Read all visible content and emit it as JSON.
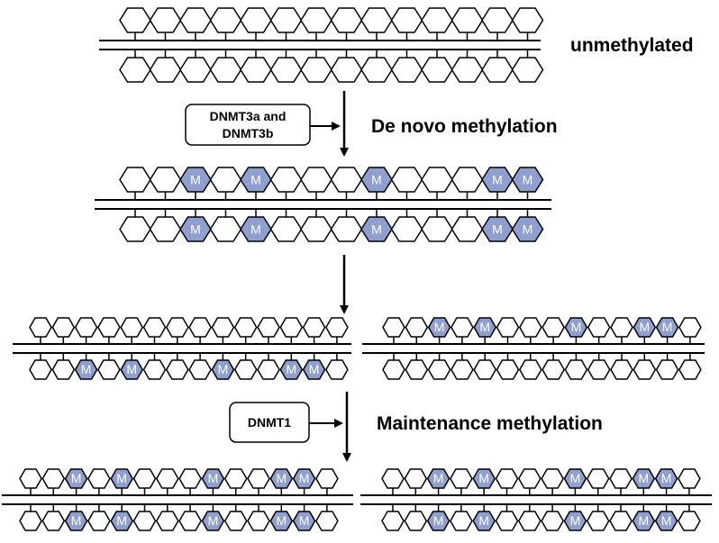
{
  "labels": {
    "unmethylated": "unmethylated",
    "de_novo": "De novo methylation",
    "maintenance": "Maintenance methylation"
  },
  "enzymes": {
    "de_novo_line1": "DNMT3a and",
    "de_novo_line2": "DNMT3b",
    "maintenance": "DNMT1"
  },
  "methyl_mark": "M",
  "colors": {
    "stroke": "#000000",
    "methyl_fill": "#8f9fd0",
    "base_fill": "#ffffff"
  },
  "strands": {
    "unmethylated": {
      "top_methylated": [],
      "bottom_methylated": []
    },
    "fully_methylated": {
      "top_methylated": [
        2,
        4,
        8,
        12,
        13
      ],
      "bottom_methylated": [
        2,
        4,
        8,
        12,
        13
      ]
    },
    "daughter_left": {
      "top_methylated": [],
      "bottom_methylated": [
        2,
        4,
        8,
        11,
        12
      ]
    },
    "daughter_right": {
      "top_methylated": [
        2,
        4,
        8,
        11,
        12
      ],
      "bottom_methylated": []
    },
    "maint_left": {
      "top_methylated": [
        2,
        4,
        8,
        11,
        12
      ],
      "bottom_methylated": [
        2,
        4,
        8,
        11,
        12
      ]
    },
    "maint_right": {
      "top_methylated": [
        2,
        4,
        8,
        11,
        12
      ],
      "bottom_methylated": [
        2,
        4,
        8,
        11,
        12
      ]
    }
  }
}
